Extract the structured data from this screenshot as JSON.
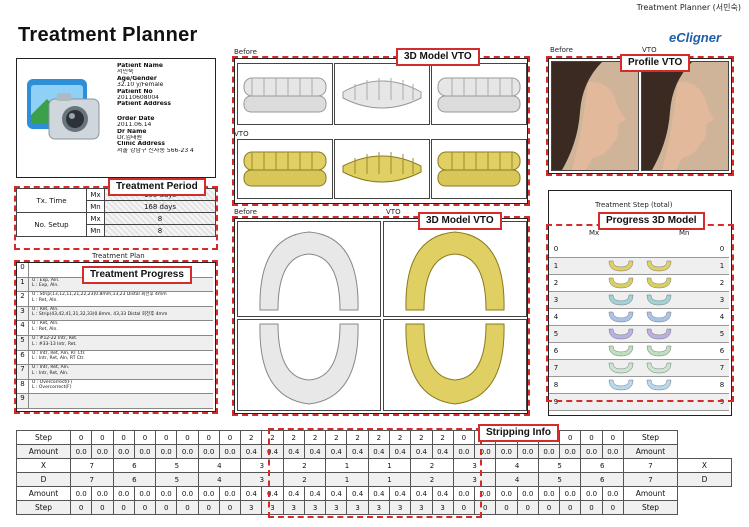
{
  "header": {
    "top_label": "Treatment Planner (서민숙)",
    "title": "Treatment Planner",
    "brand": "eCligner"
  },
  "patient": {
    "name_label": "Patient Name",
    "name": "서민숙",
    "age_gender_label": "Age/Gender",
    "age_gender": "32.10 y/Female",
    "no_label": "Patient No",
    "no": "20110608004",
    "address_label": "Patient Address",
    "order_date_label": "Order Date",
    "order_date": "2011.06.14",
    "dr_name_label": "Dr Name",
    "dr_name": "Dr.임태원",
    "clinic_label": "Clinic Address",
    "clinic": "서울 강남구 신사동 566-23 4"
  },
  "period": {
    "tag": "Treatment Period",
    "tx_time": "Tx. Time",
    "no_setup": "No. Setup",
    "mx": "Mx",
    "mn": "Mn",
    "tx_mx": "168 days",
    "tx_mn": "168 days",
    "setup_mx": "8",
    "setup_mn": "8"
  },
  "progress": {
    "plan_label": "Treatment Plan",
    "tag": "Treatment Progress",
    "rows": [
      {
        "n": "0",
        "t": ""
      },
      {
        "n": "1",
        "t": "U : Exp, Aln.\nL : Exp, Aln."
      },
      {
        "n": "2",
        "t": "U : Strip(13,12,11,21,22,23)0.8mm,13,23 Distal 회전후 4mm\nL : Ret, Aln."
      },
      {
        "n": "3",
        "t": "U : Ret, Aln.\nL : Strip(43,42,41,31,32,33)0.8mm, 43,33 Distal 회전후 4mm"
      },
      {
        "n": "4",
        "t": "U : Ret, Aln.\nL : Ret, Aln."
      },
      {
        "n": "5",
        "t": "U : #12-22 Intr, Ret.\nL : #33-13 Intr, Ret."
      },
      {
        "n": "6",
        "t": "U : Intr, Ret, Aln, RT Ctr.\nL : Intr, Ret, Aln, RT Ctr."
      },
      {
        "n": "7",
        "t": "U : Intr, Ret, Aln.\nL : Intr, Ret, Aln."
      },
      {
        "n": "8",
        "t": "U : Overcorrect(F)\nL : Overcorrect(F)"
      },
      {
        "n": "9",
        "t": ""
      }
    ]
  },
  "vto_top": {
    "before_label": "Before",
    "vto_label": "VTO",
    "tag": "3D Model VTO"
  },
  "vto_bottom": {
    "before_label": "Before",
    "vto_label": "VTO",
    "tag": "3D Model VTO"
  },
  "profile": {
    "before_label": "Before",
    "vto_label": "VTO",
    "tag": "Profile VTO"
  },
  "progress3d": {
    "title": "Treatment Step (total)",
    "tag": "Progress 3D Model",
    "mx": "Mx",
    "mn": "Mn",
    "steps": [
      "0",
      "1",
      "2",
      "3",
      "4",
      "5",
      "6",
      "7",
      "8",
      "9"
    ]
  },
  "stripping": {
    "tag": "Stripping Info",
    "rows": [
      {
        "label": "Step",
        "cells": [
          "0",
          "0",
          "0",
          "0",
          "0",
          "0",
          "0",
          "0",
          "2",
          "2",
          "2",
          "2",
          "2",
          "2",
          "2",
          "2",
          "2",
          "2",
          "0",
          "0",
          "0",
          "0",
          "0",
          "0",
          "0",
          "0"
        ]
      },
      {
        "label": "Amount",
        "cells": [
          "0.0",
          "0.0",
          "0.0",
          "0.0",
          "0.0",
          "0.0",
          "0.0",
          "0.0",
          "0.4",
          "0.4",
          "0.4",
          "0.4",
          "0.4",
          "0.4",
          "0.4",
          "0.4",
          "0.4",
          "0.4",
          "0.0",
          "0.0",
          "0.0",
          "0.0",
          "0.0",
          "0.0",
          "0.0",
          "0.0"
        ]
      },
      {
        "label": "X",
        "cells": [
          "7",
          "6",
          "5",
          "4",
          "3",
          "2",
          "1",
          "1",
          "2",
          "3",
          "4",
          "5",
          "6",
          "7"
        ]
      },
      {
        "label": "D",
        "cells": [
          "7",
          "6",
          "5",
          "4",
          "3",
          "2",
          "1",
          "1",
          "2",
          "3",
          "4",
          "5",
          "6",
          "7"
        ]
      },
      {
        "label": "Amount",
        "cells": [
          "0.0",
          "0.0",
          "0.0",
          "0.0",
          "0.0",
          "0.0",
          "0.0",
          "0.0",
          "0.4",
          "0.4",
          "0.4",
          "0.4",
          "0.4",
          "0.4",
          "0.4",
          "0.4",
          "0.4",
          "0.4",
          "0.0",
          "0.0",
          "0.0",
          "0.0",
          "0.0",
          "0.0",
          "0.0",
          "0.0"
        ]
      },
      {
        "label": "Step",
        "cells": [
          "0",
          "0",
          "0",
          "0",
          "0",
          "0",
          "0",
          "0",
          "3",
          "3",
          "3",
          "3",
          "3",
          "3",
          "3",
          "3",
          "3",
          "3",
          "0",
          "0",
          "0",
          "0",
          "0",
          "0",
          "0",
          "0"
        ]
      }
    ]
  },
  "colors": {
    "accent": "#d62b2b",
    "brand": "#1d5fa8",
    "model_before": "#e6e6e6",
    "model_vto": "#e0cf62"
  }
}
